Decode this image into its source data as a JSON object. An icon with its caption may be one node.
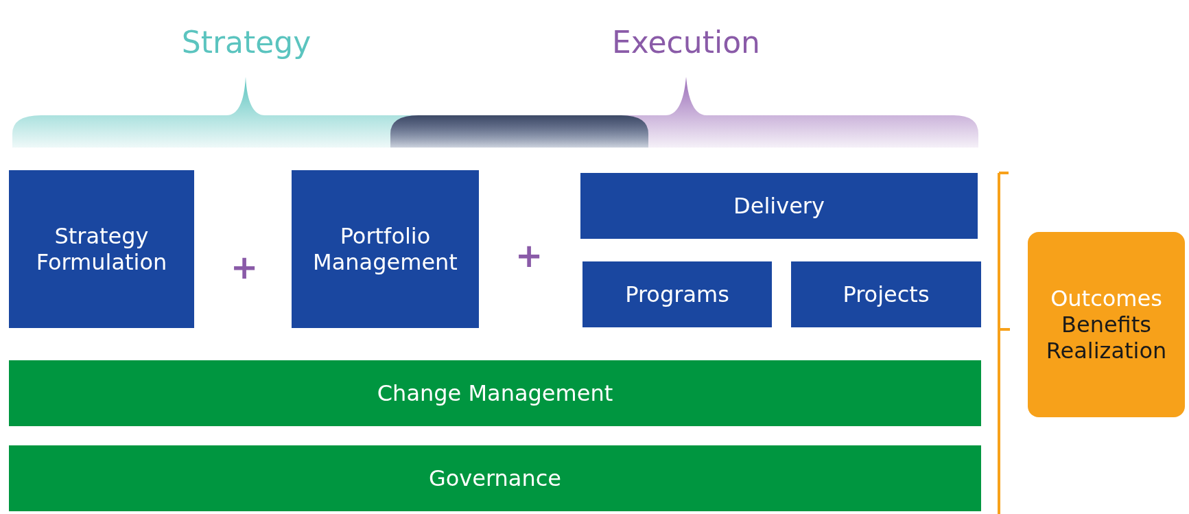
{
  "diagram": {
    "nodes": [
      {
        "text": [
          "Strategy Formulation"
        ]
      },
      {
        "text": [
          "Portfolio Management"
        ]
      },
      {
        "text": [
          "Delivery"
        ]
      },
      {
        "text": [
          "Programs"
        ]
      },
      {
        "text": [
          "Projects"
        ]
      },
      {
        "text": [
          "Change Management"
        ]
      },
      {
        "text": [
          "Governance"
        ]
      },
      {
        "text": [
          "Outcomes",
          "Benefits Realization"
        ]
      }
    ],
    "edges": [],
    "labels": [
      "Strategy",
      "Execution",
      "+",
      "+"
    ]
  }
}
